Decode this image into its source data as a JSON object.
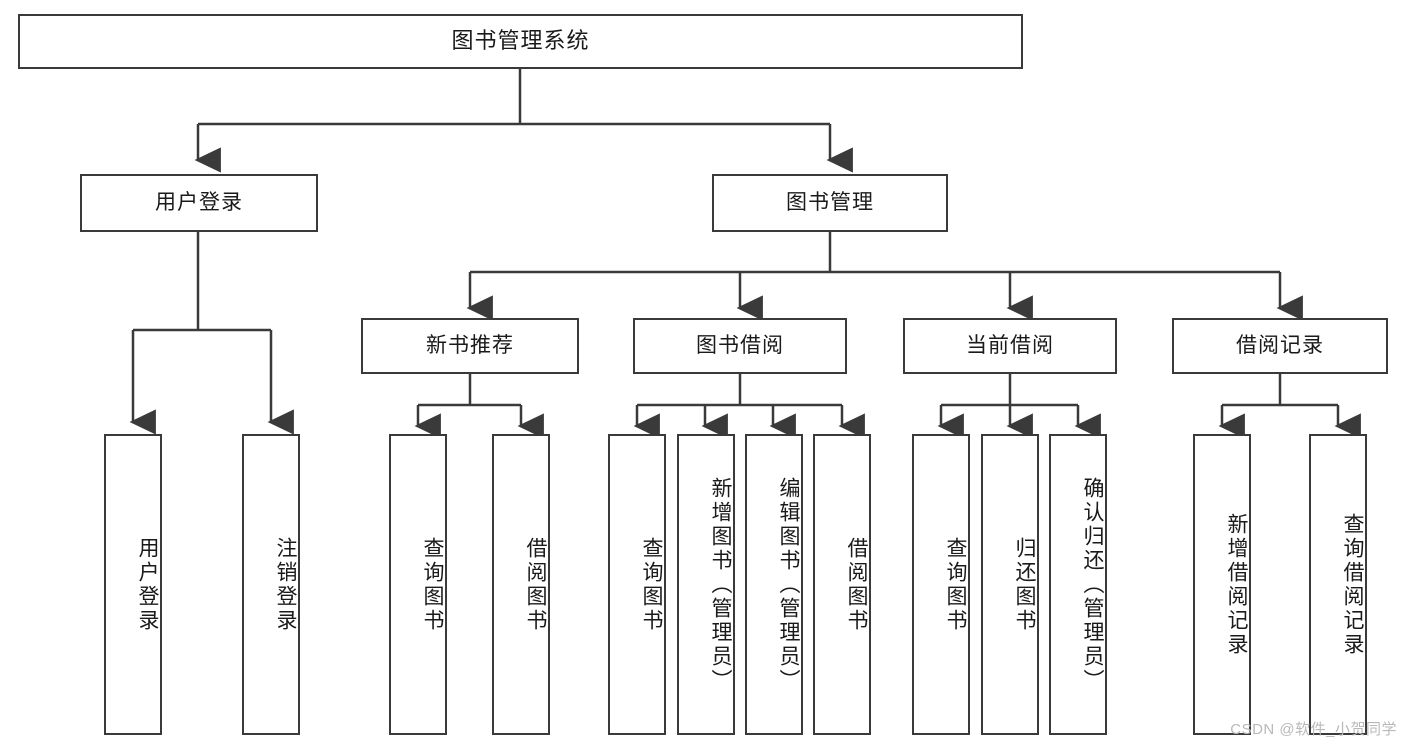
{
  "diagram": {
    "type": "tree",
    "title": "图书管理系统",
    "orientation": "top-down",
    "colors": {
      "background": "#ffffff",
      "box_border": "#3a3a3a",
      "box_fill": "#ffffff",
      "connector": "#3a3a3a",
      "text": "#1a1a1a",
      "watermark": "#b9b9b9"
    },
    "levels": {
      "root": {
        "label": "图书管理系统",
        "text_direction": "horizontal"
      },
      "level2": [
        {
          "label": "用户登录",
          "text_direction": "horizontal"
        },
        {
          "label": "图书管理",
          "text_direction": "horizontal"
        }
      ],
      "level3": [
        {
          "label": "新书推荐",
          "text_direction": "horizontal",
          "parent": "图书管理"
        },
        {
          "label": "图书借阅",
          "text_direction": "horizontal",
          "parent": "图书管理"
        },
        {
          "label": "当前借阅",
          "text_direction": "horizontal",
          "parent": "图书管理"
        },
        {
          "label": "借阅记录",
          "text_direction": "horizontal",
          "parent": "图书管理"
        }
      ],
      "leaves": [
        {
          "label": "用户登录",
          "text_direction": "vertical",
          "parent": "用户登录"
        },
        {
          "label": "注销登录",
          "text_direction": "vertical",
          "parent": "用户登录"
        },
        {
          "label": "查询图书",
          "text_direction": "vertical",
          "parent": "新书推荐"
        },
        {
          "label": "借阅图书",
          "text_direction": "vertical",
          "parent": "新书推荐"
        },
        {
          "label": "查询图书",
          "text_direction": "vertical",
          "parent": "图书借阅"
        },
        {
          "label": "新增图书（管理员）",
          "text_direction": "vertical",
          "parent": "图书借阅"
        },
        {
          "label": "编辑图书（管理员）",
          "text_direction": "vertical",
          "parent": "图书借阅"
        },
        {
          "label": "借阅图书",
          "text_direction": "vertical",
          "parent": "图书借阅"
        },
        {
          "label": "查询图书",
          "text_direction": "vertical",
          "parent": "当前借阅"
        },
        {
          "label": "归还图书",
          "text_direction": "vertical",
          "parent": "当前借阅"
        },
        {
          "label": "确认归还（管理员）",
          "text_direction": "vertical",
          "parent": "当前借阅"
        },
        {
          "label": "新增借阅记录",
          "text_direction": "vertical",
          "parent": "借阅记录"
        },
        {
          "label": "查询借阅记录",
          "text_direction": "vertical",
          "parent": "借阅记录"
        }
      ]
    }
  },
  "watermark": {
    "text": "CSDN @软件_小贺同学"
  }
}
